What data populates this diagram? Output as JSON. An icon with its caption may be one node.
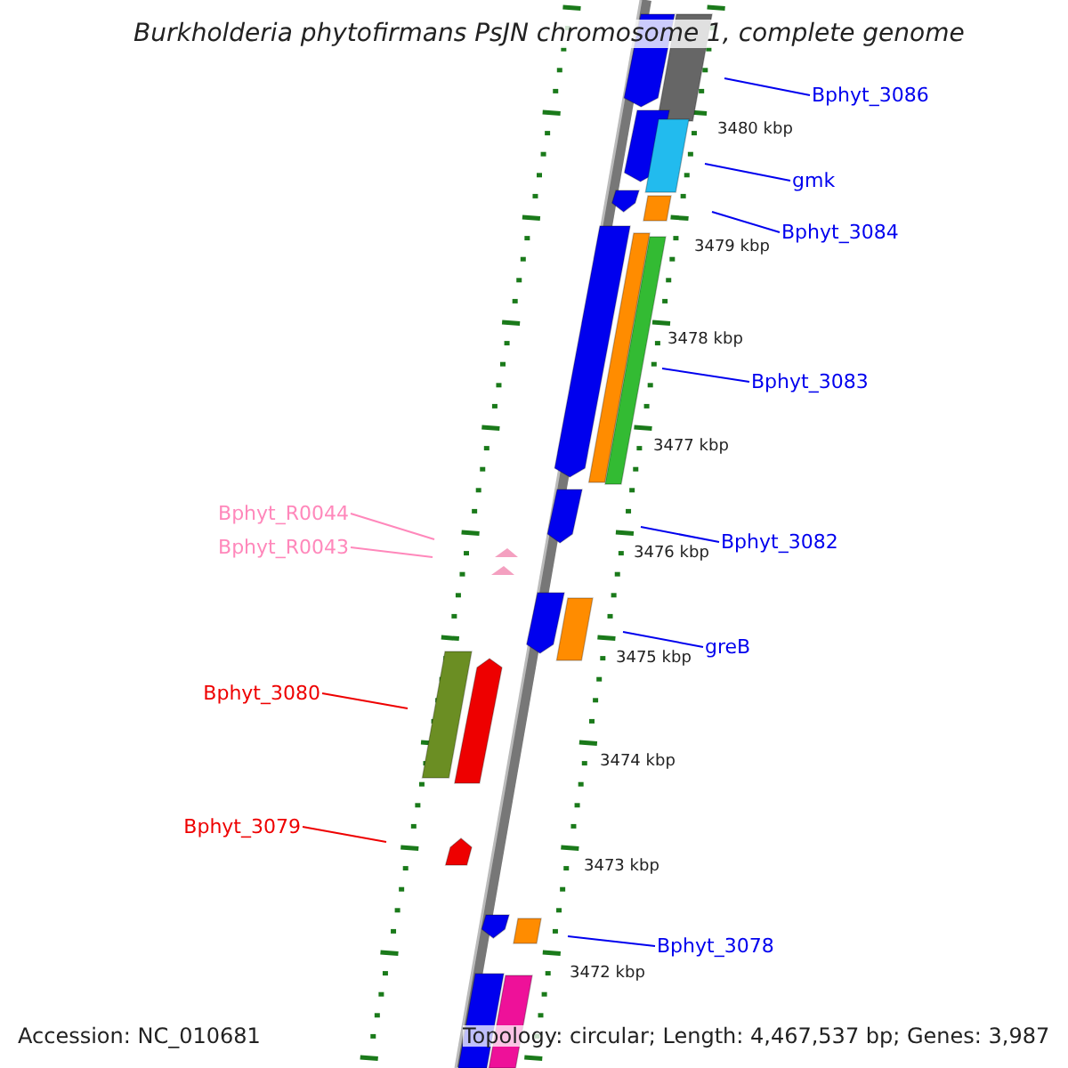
{
  "diagram": {
    "title": "Burkholderia phytofirmans PsJN chromosome 1, complete genome",
    "nodes": [
      {
        "text": [
          "Bphyt_3086"
        ]
      },
      {
        "text": [
          "gmk"
        ]
      },
      {
        "text": [
          "Bphyt_3084"
        ]
      },
      {
        "text": [
          "Bphyt_3083"
        ]
      },
      {
        "text": [
          "Bphyt_R0044"
        ]
      },
      {
        "text": [
          "Bphyt_R0043"
        ]
      },
      {
        "text": [
          "Bphyt_3082"
        ]
      },
      {
        "text": [
          "greB"
        ]
      },
      {
        "text": [
          "Bphyt_3080"
        ]
      },
      {
        "text": [
          "Bphyt_3079"
        ]
      },
      {
        "text": [
          "Bphyt_3078"
        ]
      }
    ],
    "edges": [
      {
        "from": 0,
        "to": null,
        "arrow": "none"
      },
      {
        "from": 1,
        "to": null,
        "arrow": "none"
      },
      {
        "from": 2,
        "to": null,
        "arrow": "none"
      },
      {
        "from": 3,
        "to": null,
        "arrow": "none"
      },
      {
        "from": 4,
        "to": null,
        "arrow": "none",
        "color": "#ff88bb"
      },
      {
        "from": 5,
        "to": null,
        "arrow": "none",
        "color": "#ff88bb"
      },
      {
        "from": 6,
        "to": null,
        "arrow": "none"
      },
      {
        "from": 7,
        "to": null,
        "arrow": "none"
      },
      {
        "from": 8,
        "to": null,
        "arrow": "none",
        "color": "#ee0000"
      },
      {
        "from": 9,
        "to": null,
        "arrow": "none",
        "color": "#ee0000"
      },
      {
        "from": 10,
        "to": null,
        "arrow": "none"
      }
    ],
    "labels": [
      "3480 kbp",
      "3479 kbp",
      "3478 kbp",
      "3477 kbp",
      "3476 kbp",
      "3475 kbp",
      "3474 kbp",
      "3473 kbp",
      "3472 kbp",
      "Accession: NC_010681",
      "Topology: circular; Length: 4,467,537 bp; Genes: 3,987"
    ]
  }
}
